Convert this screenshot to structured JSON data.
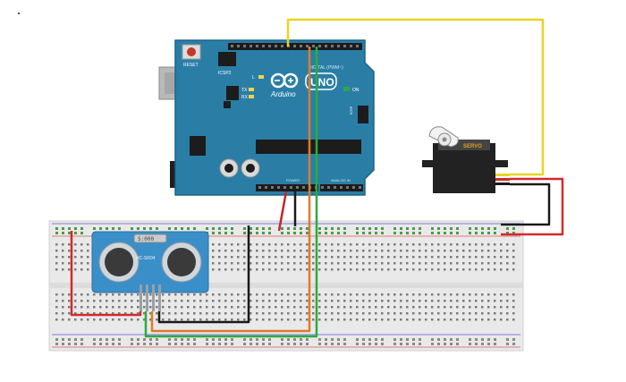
{
  "diagram": {
    "components": {
      "arduino": {
        "reset_label": "RESET",
        "icsp_label": "ICSP2",
        "brand_label": "Arduino",
        "model_label": "UNO",
        "digital_header_label": "DIGITAL (PWM~)",
        "power_header_label": "POWER",
        "analog_header_label": "ANALOG IN",
        "on_label": "ON",
        "tx_label": "TX",
        "rx_label": "RX",
        "l_label": "L",
        "icsp1_label": "ICSP"
      },
      "ultrasonic_sensor": {
        "model_label": "HC-SR04"
      },
      "servo": {
        "label": "SERVO"
      },
      "breadboard": {}
    },
    "wires": [
      {
        "id": "signal-servo",
        "color": "#e6d520"
      },
      {
        "id": "vcc-sensor",
        "color": "#d32a2a"
      },
      {
        "id": "gnd-sensor",
        "color": "#1a1a1a"
      },
      {
        "id": "trig",
        "color": "#2eaa3c"
      },
      {
        "id": "echo",
        "color": "#e07a2a"
      },
      {
        "id": "servo-power",
        "color": "#d32a2a"
      },
      {
        "id": "servo-ground",
        "color": "#1a1a1a"
      }
    ],
    "colors": {
      "board": "#2a7ea6",
      "sensor": "#3a8fc9",
      "servo_body": "#222222",
      "servo_label": "#e0a020",
      "breadboard": "#e9e9e9"
    }
  }
}
